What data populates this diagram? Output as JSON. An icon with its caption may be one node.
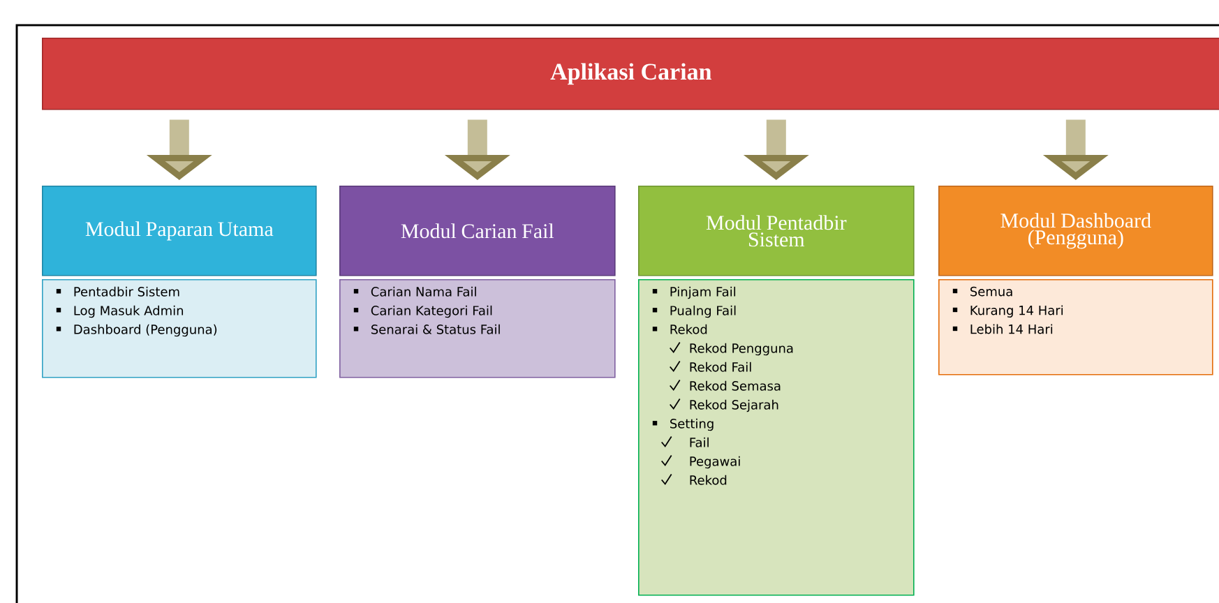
{
  "diagram": {
    "nodes": [
      {
        "text": [
          "Aplikasi Carian"
        ]
      },
      {
        "text": [
          "Modul Paparan Utama"
        ]
      },
      {
        "text": [
          "Modul Carian Fail"
        ]
      },
      {
        "text": [
          "Modul Pentadbir Sistem"
        ]
      },
      {
        "text": [
          "Modul Dashboard (Pengguna)"
        ]
      },
      {
        "text": [
          "Pentadbir Sistem",
          "Log Masuk Admin",
          "Dashboard (Pengguna)"
        ]
      },
      {
        "text": [
          "Carian Nama Fail",
          "Carian Kategori Fail",
          "Senarai & Status Fail"
        ]
      },
      {
        "text": [
          "Pinjam Fail",
          "Pualng Fail",
          "Rekod",
          "Rekod Pengguna",
          "Rekod Fail",
          "Rekod Semasa",
          "Rekod Sejarah",
          "Setting",
          "Fail",
          "Pegawai",
          "Rekod"
        ]
      },
      {
        "text": [
          "Semua",
          "Kurang 14 Hari",
          "Lebih 14 Hari"
        ]
      }
    ],
    "edges": [
      {
        "from": 0,
        "to": 1,
        "arrow": "to"
      },
      {
        "from": 0,
        "to": 2,
        "arrow": "to"
      },
      {
        "from": 0,
        "to": 3,
        "arrow": "to"
      },
      {
        "from": 0,
        "to": 4,
        "arrow": "to"
      }
    ]
  }
}
